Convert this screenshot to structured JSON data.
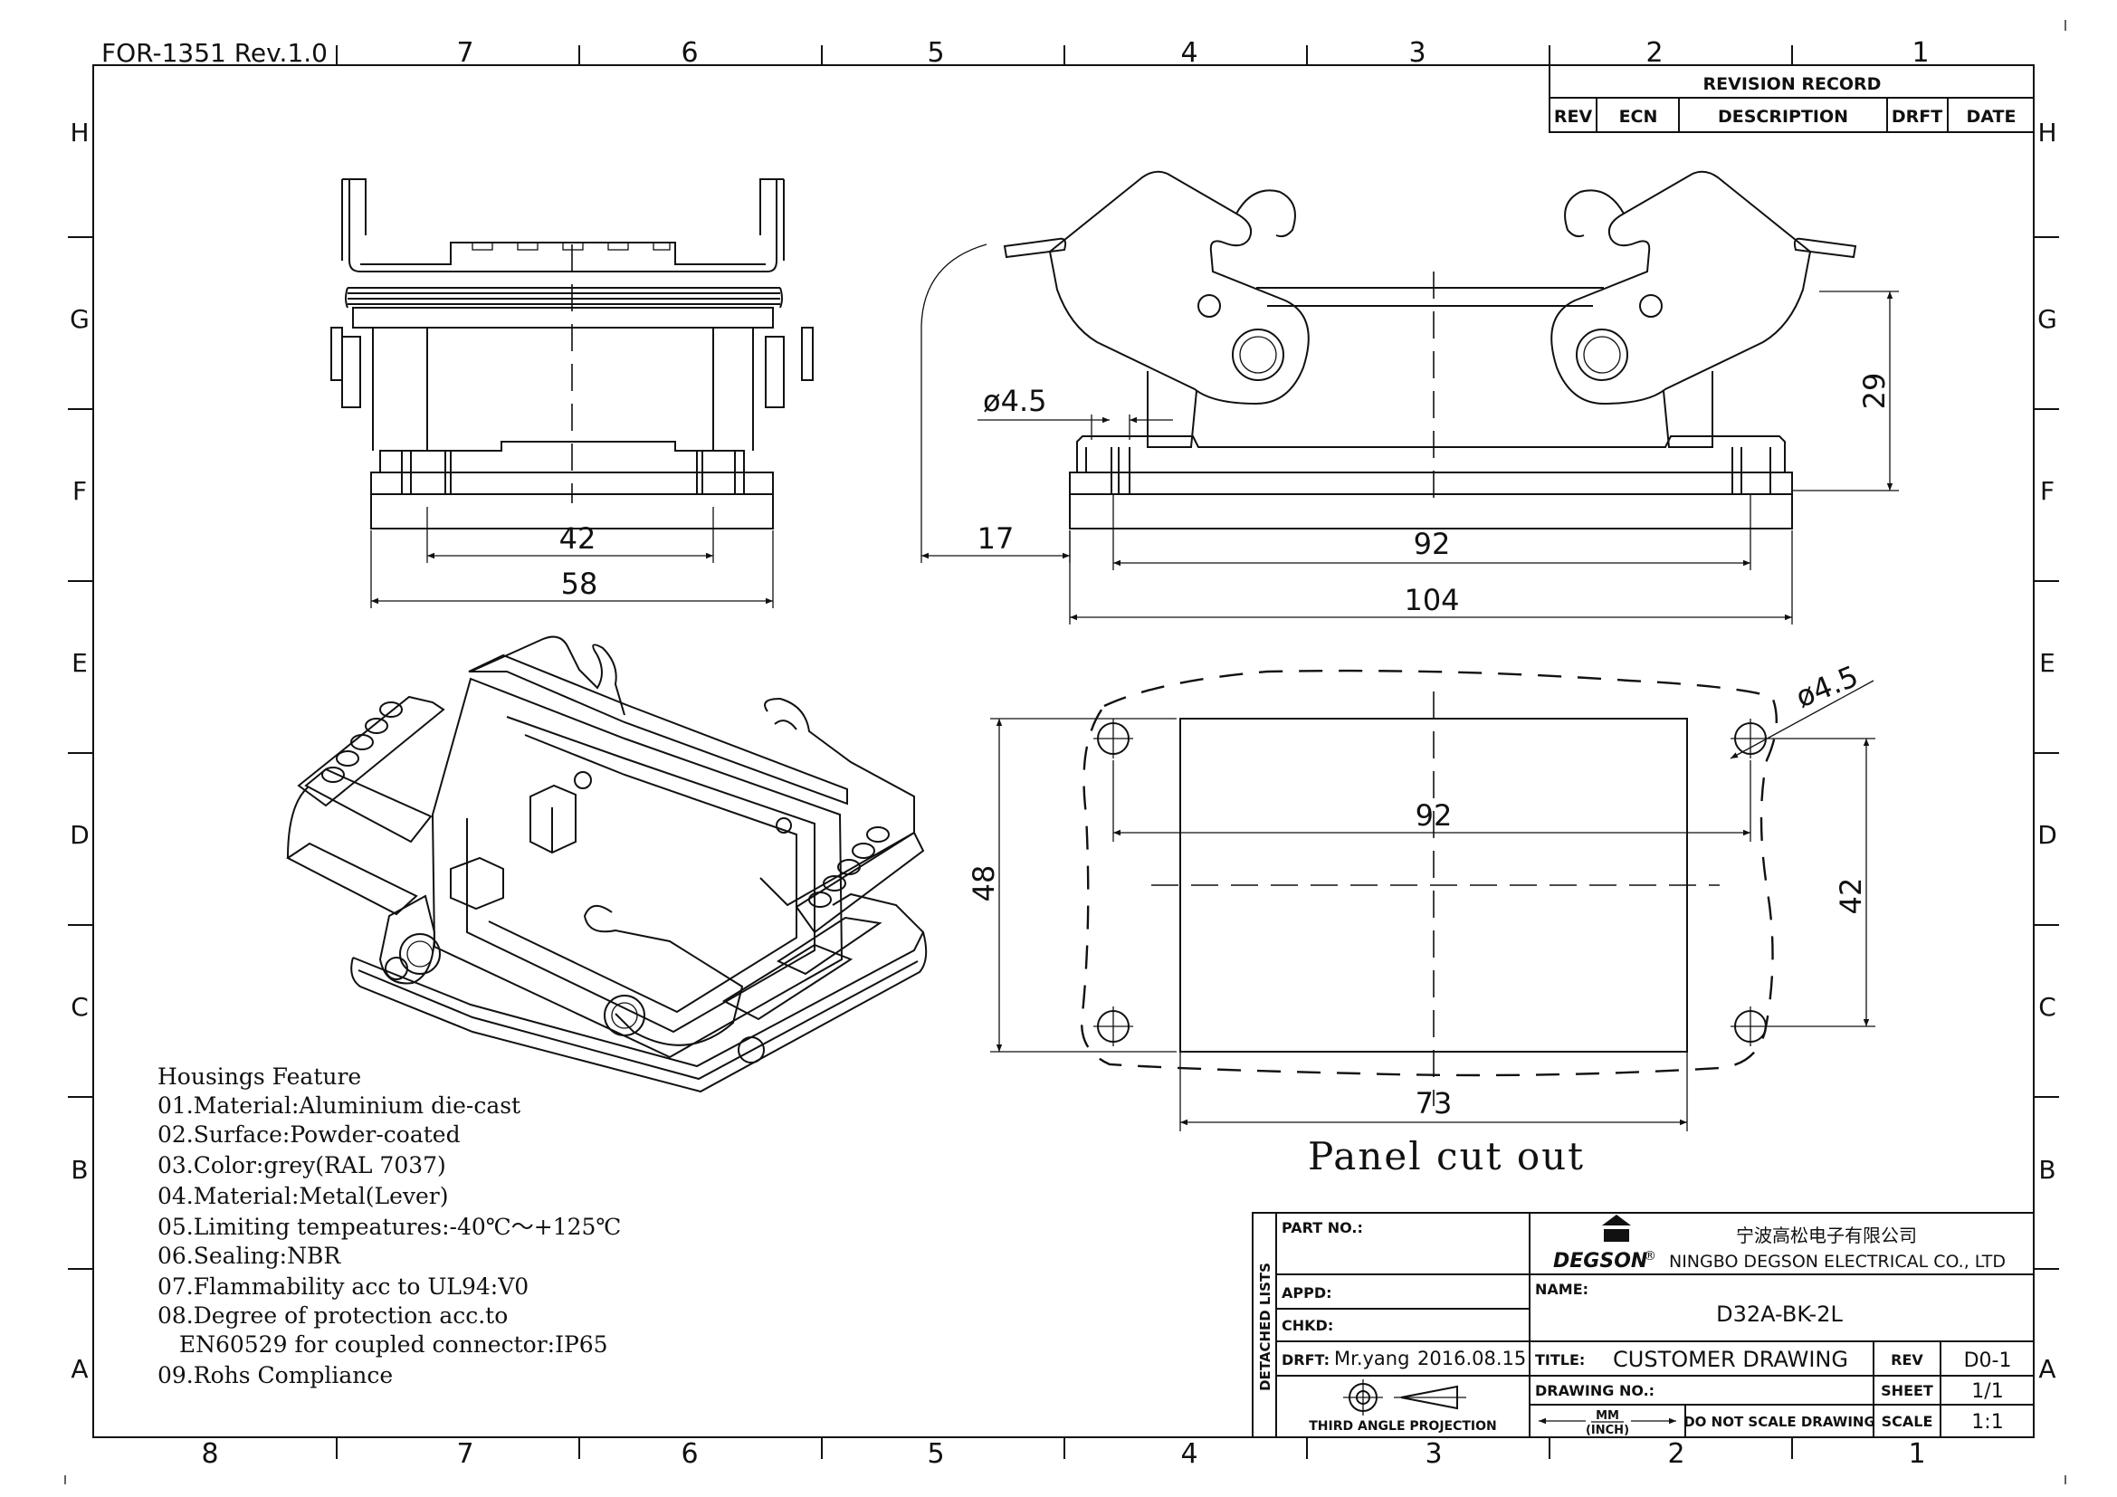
{
  "form_id": "FOR-1351  Rev.1.0",
  "zones": {
    "columns_top": [
      "7",
      "6",
      "5",
      "4",
      "3",
      "2",
      "1"
    ],
    "columns_bottom": [
      "8",
      "7",
      "6",
      "5",
      "4",
      "3",
      "2",
      "1"
    ],
    "rows": [
      "H",
      "G",
      "F",
      "E",
      "D",
      "C",
      "B",
      "A"
    ]
  },
  "revision_record": {
    "title": "REVISION RECORD",
    "headers": [
      "REV",
      "ECN",
      "DESCRIPTION",
      "DRFT",
      "DATE"
    ]
  },
  "front_view": {
    "dims": [
      "42",
      "58"
    ]
  },
  "side_view": {
    "dims": [
      "ø4.5",
      "17",
      "92",
      "104",
      "29"
    ]
  },
  "panel_cutout": {
    "dims": [
      "ø4.5",
      "92",
      "48",
      "42",
      "73"
    ],
    "caption": "Panel cut out"
  },
  "features": {
    "heading": "Housings Feature",
    "items": [
      "01.Material:Aluminium die-cast",
      "02.Surface:Powder-coated",
      "03.Color:grey(RAL 7037)",
      "04.Material:Metal(Lever)",
      "05.Limiting tempeatures:-40℃～+125℃",
      "06.Sealing:NBR",
      "07.Flammability acc to UL94:V0",
      "08.Degree of protection acc.to",
      "   EN60529 for coupled connector:IP65",
      "09.Rohs Compliance"
    ]
  },
  "title_block": {
    "side_label": "DETACHED LISTS",
    "part_no_label": "PART NO.:",
    "appd_label": "APPD:",
    "chkd_label": "CHKD:",
    "drft_label": "DRFT:",
    "drafter": "Mr.yang",
    "date": "2016.08.15",
    "projection": "THIRD ANGLE PROJECTION",
    "logo_text": "DEGSON",
    "company_cn": "宁波高松电子有限公司",
    "company_en": "NINGBO DEGSON ELECTRICAL CO., LTD",
    "name_label": "NAME:",
    "name": "D32A-BK-2L",
    "title_label": "TITLE:",
    "title": "CUSTOMER DRAWING",
    "rev_label": "REV",
    "rev": "D0-1",
    "drawing_no_label": "DRAWING NO.:",
    "sheet_label": "SHEET",
    "sheet": "1/1",
    "units_mm": "MM",
    "units_inch": "(INCH)",
    "no_scale": "DO NOT SCALE DRAWING",
    "scale_label": "SCALE",
    "scale": "1:1"
  }
}
